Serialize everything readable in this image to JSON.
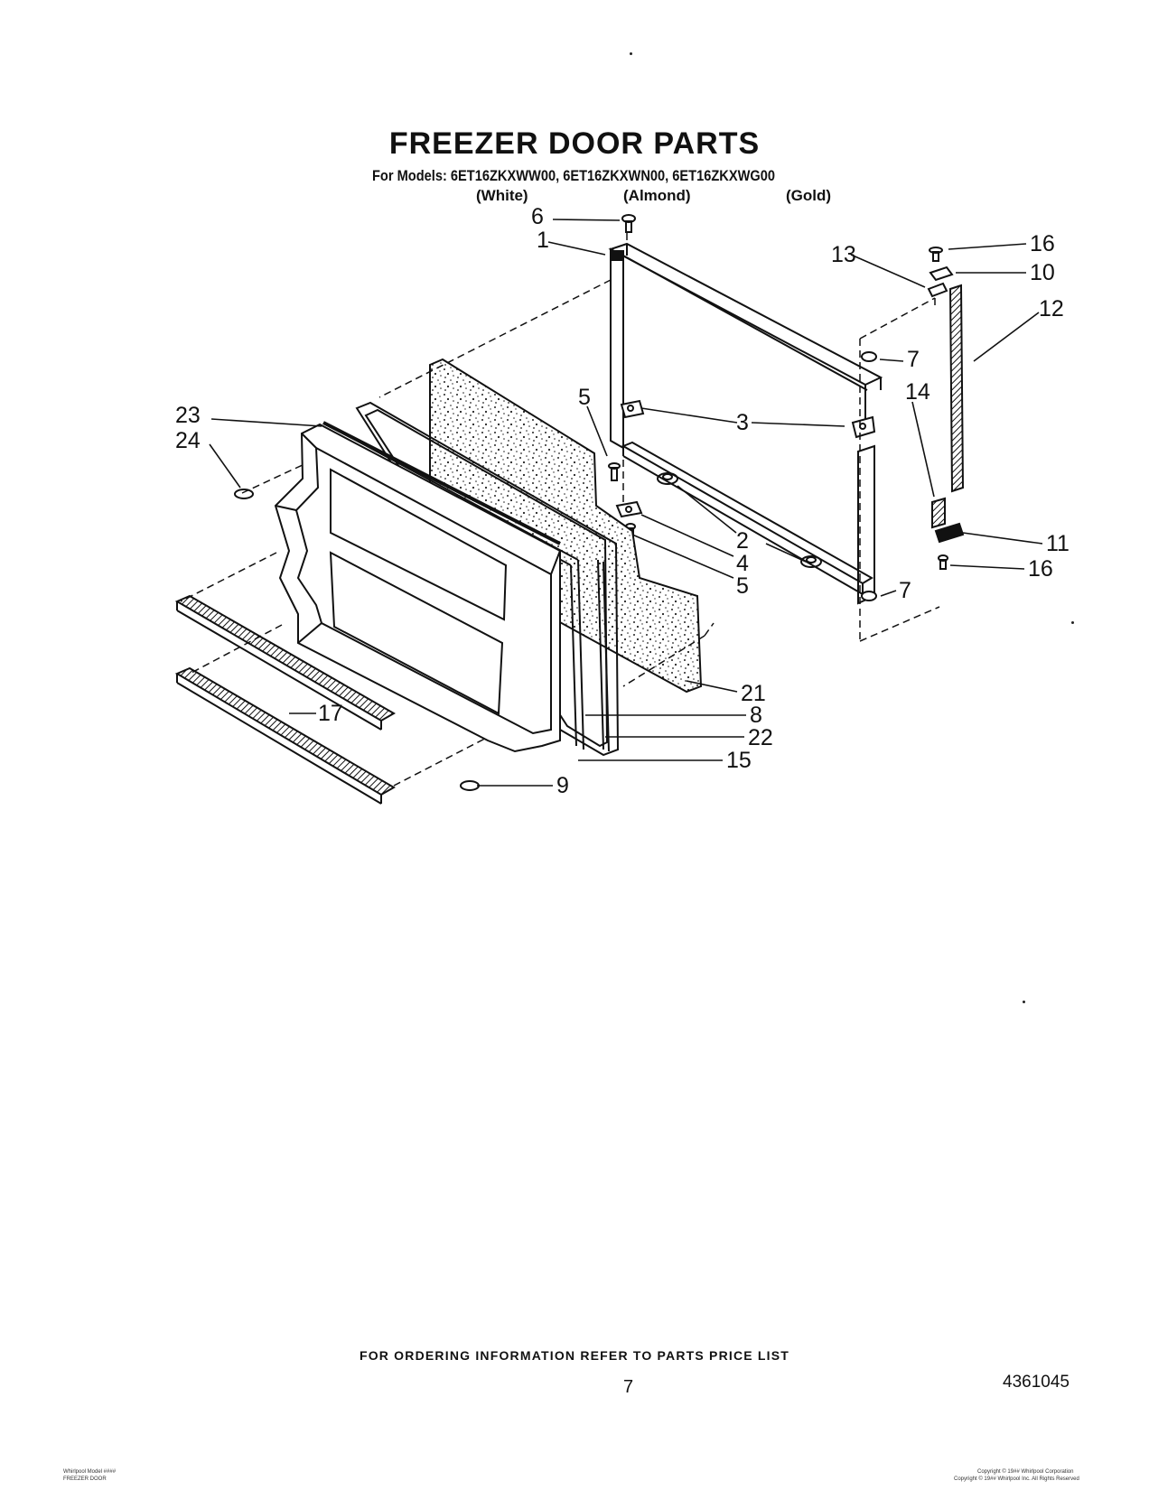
{
  "header": {
    "title": "FREEZER DOOR PARTS",
    "models_line": "For Models: 6ET16ZKXWW00, 6ET16ZKXWN00, 6ET16ZKXWG00",
    "colors": [
      "(White)",
      "(Almond)",
      "(Gold)"
    ]
  },
  "callouts": {
    "c1": "1",
    "c2": "2",
    "c3": "3",
    "c4": "4",
    "c5a": "5",
    "c5b": "5",
    "c6": "6",
    "c7a": "7",
    "c7b": "7",
    "c8": "8",
    "c9": "9",
    "c10": "10",
    "c11": "11",
    "c12": "12",
    "c13": "13",
    "c14": "14",
    "c15": "15",
    "c16a": "16",
    "c16b": "16",
    "c17": "17",
    "c21": "21",
    "c22": "22",
    "c23": "23",
    "c24": "24"
  },
  "footer": {
    "ordering_note": "FOR ORDERING INFORMATION REFER TO PARTS PRICE LIST",
    "page_number": "7",
    "document_number": "4361045",
    "bottom_left_line1": "Whirlpool Model ####",
    "bottom_left_line2": "FREEZER DOOR",
    "bottom_right_line1": "Copyright © 19## Whirlpool Corporation",
    "bottom_right_line2": "Copyright © 19## Whirlpool Inc. All Rights Reserved"
  },
  "colors": {
    "ink": "#111111",
    "background": "#ffffff"
  }
}
